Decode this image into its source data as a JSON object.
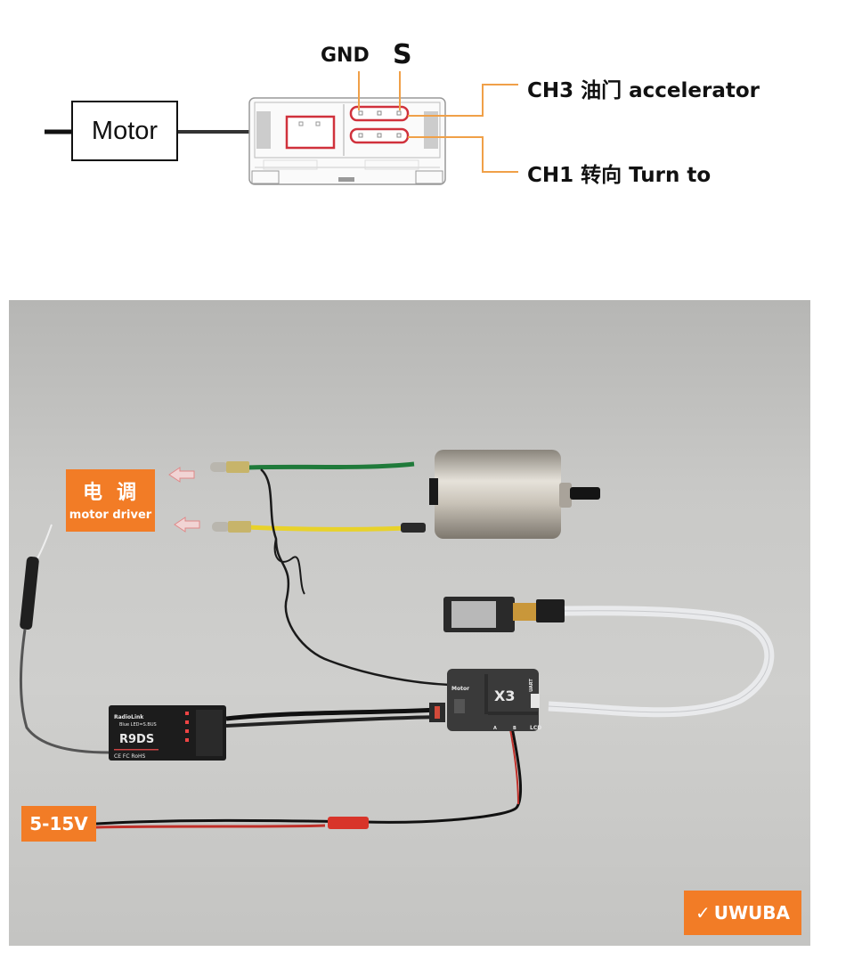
{
  "schematic": {
    "pins": {
      "gnd": "GND",
      "signal": "S"
    },
    "motor_label": "Motor",
    "channels": [
      {
        "id": "ch3",
        "label": "CH3 油门 accelerator"
      },
      {
        "id": "ch1",
        "label": "CH1 转向 Turn to"
      }
    ],
    "colors": {
      "highlight": "#d0313c",
      "leader": "#f0a048",
      "outline": "#111111"
    }
  },
  "photo": {
    "driver_tag": {
      "zh": "电调",
      "en": "motor driver"
    },
    "voltage_tag": "5-15V",
    "receiver": {
      "brand": "RadioLink",
      "model": "R9DS",
      "sub": "Blue LED=S.BUS",
      "marks": "CE FC RoHS"
    },
    "controller": {
      "model": "X3",
      "port_motor": "Motor",
      "port_uart": "UART",
      "port_lcd": "LCD",
      "pin_a": "A",
      "pin_b": "B"
    },
    "logo": "UWUBA",
    "colors": {
      "tag_orange": "#f27c26",
      "background": "#c8c8c6"
    }
  }
}
